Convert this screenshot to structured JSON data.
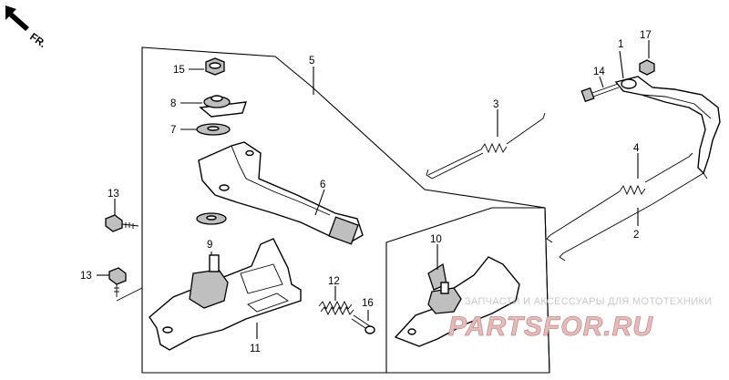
{
  "diagram": {
    "direction_label": "FR.",
    "callouts": [
      "1",
      "2",
      "3",
      "4",
      "5",
      "6",
      "7",
      "8",
      "9",
      "10",
      "11",
      "12",
      "13",
      "13",
      "14",
      "15",
      "16",
      "17"
    ],
    "watermark": {
      "subtitle": "ЗАПЧАСТИ И АКСЕССУАРЫ ДЛЯ МОТОТЕХНИКИ",
      "brand": "PARTSFOR.RU"
    }
  }
}
